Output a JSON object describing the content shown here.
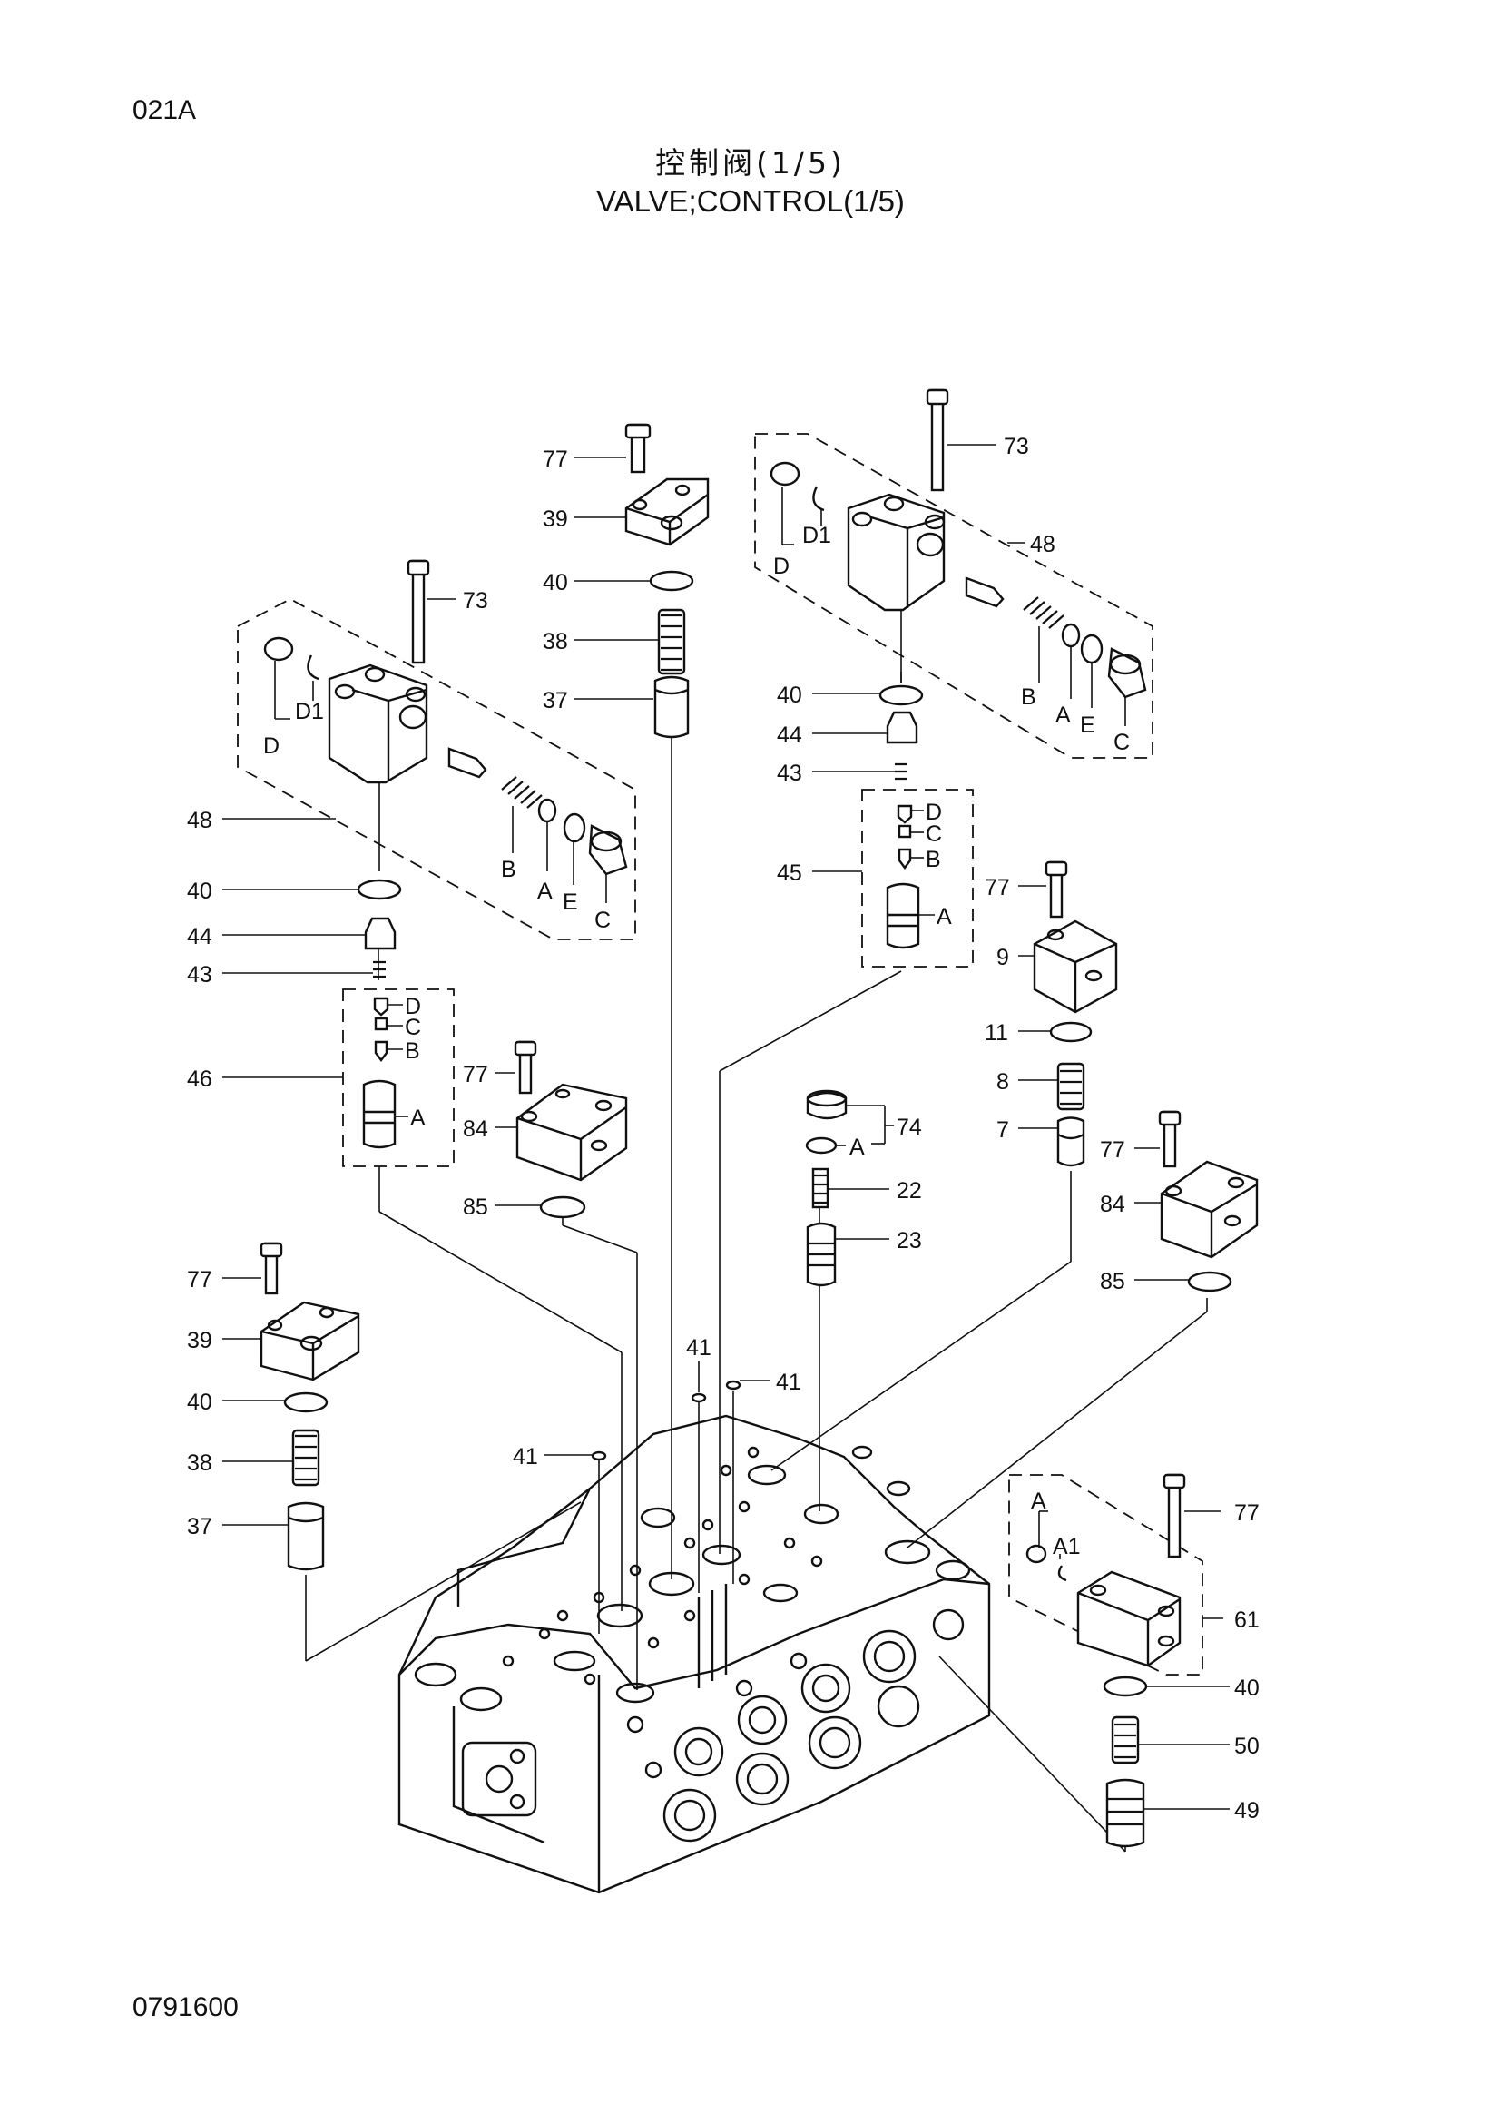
{
  "header": {
    "page_code": "021A",
    "title_cn": "控制阀(1/5)",
    "title_en": "VALVE;CONTROL(1/5)"
  },
  "footer": {
    "drawing_code": "0791600"
  },
  "callouts": {
    "c77a": "77",
    "c39a": "39",
    "c40a": "40",
    "c38a": "38",
    "c37a": "37",
    "c73r": "73",
    "c48r": "48",
    "c73l": "73",
    "c48l": "48",
    "c40l": "40",
    "c44l": "44",
    "c43l": "43",
    "c46": "46",
    "c40r": "40",
    "c44r": "44",
    "c43r": "43",
    "c45": "45",
    "c77c": "77",
    "c84a": "84",
    "c85a": "85",
    "c74": "74",
    "c22": "22",
    "c23": "23",
    "c77d": "77",
    "c9": "9",
    "c11": "11",
    "c8": "8",
    "c7": "7",
    "c77e": "77",
    "c84b": "84",
    "c85b": "85",
    "c77b": "77",
    "c39b": "39",
    "c40b": "40",
    "c38b": "38",
    "c37b": "37",
    "c41a": "41",
    "c41b": "41",
    "c41c": "41",
    "c77f": "77",
    "c61": "61",
    "c40c": "40",
    "c50": "50",
    "c49": "49"
  },
  "sub_letters": {
    "l_D": "D",
    "l_D1": "D1",
    "l_B": "B",
    "l_A": "A",
    "l_E": "E",
    "l_C": "C",
    "r_D": "D",
    "r_D1": "D1",
    "r_B": "B",
    "r_A": "A",
    "r_E": "E",
    "r_C": "C",
    "s46_D": "D",
    "s46_C": "C",
    "s46_B": "B",
    "s46_A": "A",
    "s45_D": "D",
    "s45_C": "C",
    "s45_B": "B",
    "s45_A": "A",
    "s74_A": "A",
    "s61_A": "A",
    "s61_A1": "A1"
  }
}
